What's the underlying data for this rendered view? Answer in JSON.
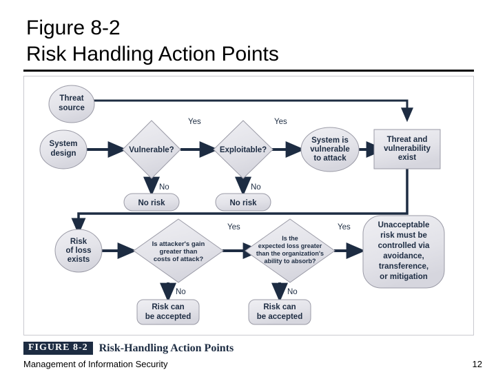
{
  "slide": {
    "title_line1": "Figure 8-2",
    "title_line2": "Risk Handling Action Points",
    "caption_badge": "FIGURE 8-2",
    "caption_text": "Risk-Handling Action Points",
    "footer_left": "Management of Information Security",
    "page_number": "12"
  },
  "colors": {
    "node_fill": "#e2e2e8",
    "node_stroke": "#9a9aa6",
    "text": "#1d2c42",
    "connector": "#1d2c42",
    "frame_border": "#c9c9cf",
    "badge_bg": "#1d2c42",
    "rule": "#000000"
  },
  "diagram": {
    "type": "flowchart",
    "title": "Risk-Handling Action Points",
    "nodes": [
      {
        "id": "threat-source",
        "shape": "ellipse",
        "label": "Threat\nsource",
        "lines": [
          "Threat",
          "source"
        ]
      },
      {
        "id": "system-design",
        "shape": "ellipse",
        "label": "System\ndesign",
        "lines": [
          "System",
          "design"
        ]
      },
      {
        "id": "vulnerable",
        "shape": "diamond",
        "label": "Vulnerable?",
        "lines": [
          "Vulnerable?"
        ]
      },
      {
        "id": "no-risk-1",
        "shape": "stadium",
        "label": "No risk",
        "lines": [
          "No risk"
        ]
      },
      {
        "id": "exploitable",
        "shape": "diamond",
        "label": "Exploitable?",
        "lines": [
          "Exploitable?"
        ]
      },
      {
        "id": "no-risk-2",
        "shape": "stadium",
        "label": "No risk",
        "lines": [
          "No risk"
        ]
      },
      {
        "id": "system-vulnerable",
        "shape": "ellipse",
        "label": "System is vulnerable to attack",
        "lines": [
          "System is",
          "vulnerable",
          "to attack"
        ]
      },
      {
        "id": "threat-vuln-exist",
        "shape": "rect",
        "label": "Threat and vulnerability exist",
        "lines": [
          "Threat and",
          "vulnerability",
          "exist"
        ]
      },
      {
        "id": "risk-of-loss",
        "shape": "ellipse",
        "label": "Risk of loss exists",
        "lines": [
          "Risk",
          "of loss",
          "exists"
        ]
      },
      {
        "id": "attacker-gain",
        "shape": "diamond",
        "label": "Is attacker's gain greater than costs of attack?",
        "lines": [
          "Is attacker's gain",
          "greater than",
          "costs of attack?"
        ]
      },
      {
        "id": "risk-accepted-1",
        "shape": "stadium",
        "label": "Risk can be accepted",
        "lines": [
          "Risk can",
          "be accepted"
        ]
      },
      {
        "id": "expected-loss",
        "shape": "diamond",
        "label": "Is the expected loss greater than the organization's ability to absorb?",
        "lines": [
          "Is the",
          "expected loss greater",
          "than the organization's",
          "ability to absorb?"
        ]
      },
      {
        "id": "risk-accepted-2",
        "shape": "stadium",
        "label": "Risk can be accepted",
        "lines": [
          "Risk can",
          "be accepted"
        ]
      },
      {
        "id": "unacceptable-risk",
        "shape": "stadium",
        "label": "Unacceptable risk must be controlled via avoidance, transference, or mitigation",
        "lines": [
          "Unacceptable",
          "risk must be",
          "controlled via",
          "avoidance,",
          "transference,",
          "or mitigation"
        ]
      }
    ],
    "edge_labels": {
      "vulnerable_yes": "Yes",
      "vulnerable_no": "No",
      "exploitable_yes": "Yes",
      "exploitable_no": "No",
      "attacker_gain_yes": "Yes",
      "attacker_gain_no": "No",
      "expected_loss_yes": "Yes",
      "expected_loss_no": "No"
    },
    "edges": [
      {
        "from": "threat-source",
        "to": "threat-vuln-exist",
        "label": ""
      },
      {
        "from": "system-design",
        "to": "vulnerable",
        "label": ""
      },
      {
        "from": "vulnerable",
        "to": "exploitable",
        "label": "Yes"
      },
      {
        "from": "vulnerable",
        "to": "no-risk-1",
        "label": "No"
      },
      {
        "from": "exploitable",
        "to": "system-vulnerable",
        "label": "Yes"
      },
      {
        "from": "exploitable",
        "to": "no-risk-2",
        "label": "No"
      },
      {
        "from": "system-vulnerable",
        "to": "threat-vuln-exist",
        "label": ""
      },
      {
        "from": "threat-vuln-exist",
        "to": "risk-of-loss",
        "label": ""
      },
      {
        "from": "risk-of-loss",
        "to": "attacker-gain",
        "label": ""
      },
      {
        "from": "attacker-gain",
        "to": "expected-loss",
        "label": "Yes"
      },
      {
        "from": "attacker-gain",
        "to": "risk-accepted-1",
        "label": "No"
      },
      {
        "from": "expected-loss",
        "to": "unacceptable-risk",
        "label": "Yes"
      },
      {
        "from": "expected-loss",
        "to": "risk-accepted-2",
        "label": "No"
      }
    ]
  }
}
